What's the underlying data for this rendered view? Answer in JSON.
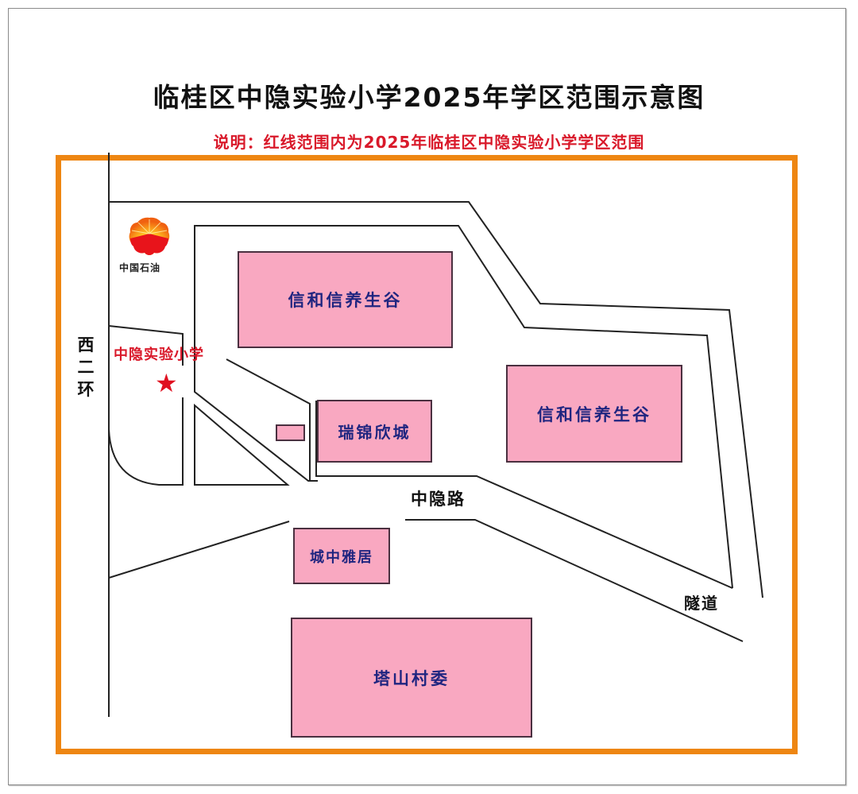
{
  "header": {
    "title": "临桂区中隐实验小学2025年学区范围示意图",
    "note": "说明：红线范围内为2025年临桂区中隐实验小学学区范围"
  },
  "colors": {
    "boundary": "#ee8612",
    "building_fill": "#f9a8c1",
    "building_text": "#1f2580",
    "accent_red": "#d9192a",
    "road_line": "#222222"
  },
  "map": {
    "roads": {
      "west_ring": "西二环",
      "zhongyin_road": "中隐路",
      "tunnel": "隧道"
    },
    "landmarks": {
      "gas_station": "中国石油",
      "gas_station_icon": "petrochina-logo-icon",
      "school": "中隐实验小学",
      "school_icon": "star-icon",
      "star_glyph": "★"
    },
    "buildings": [
      {
        "name": "信和信养生谷"
      },
      {
        "name": "信和信养生谷"
      },
      {
        "name": "瑞锦欣城"
      },
      {
        "name": "城中雅居"
      },
      {
        "name": "塔山村委"
      },
      {
        "name": ""
      }
    ]
  }
}
